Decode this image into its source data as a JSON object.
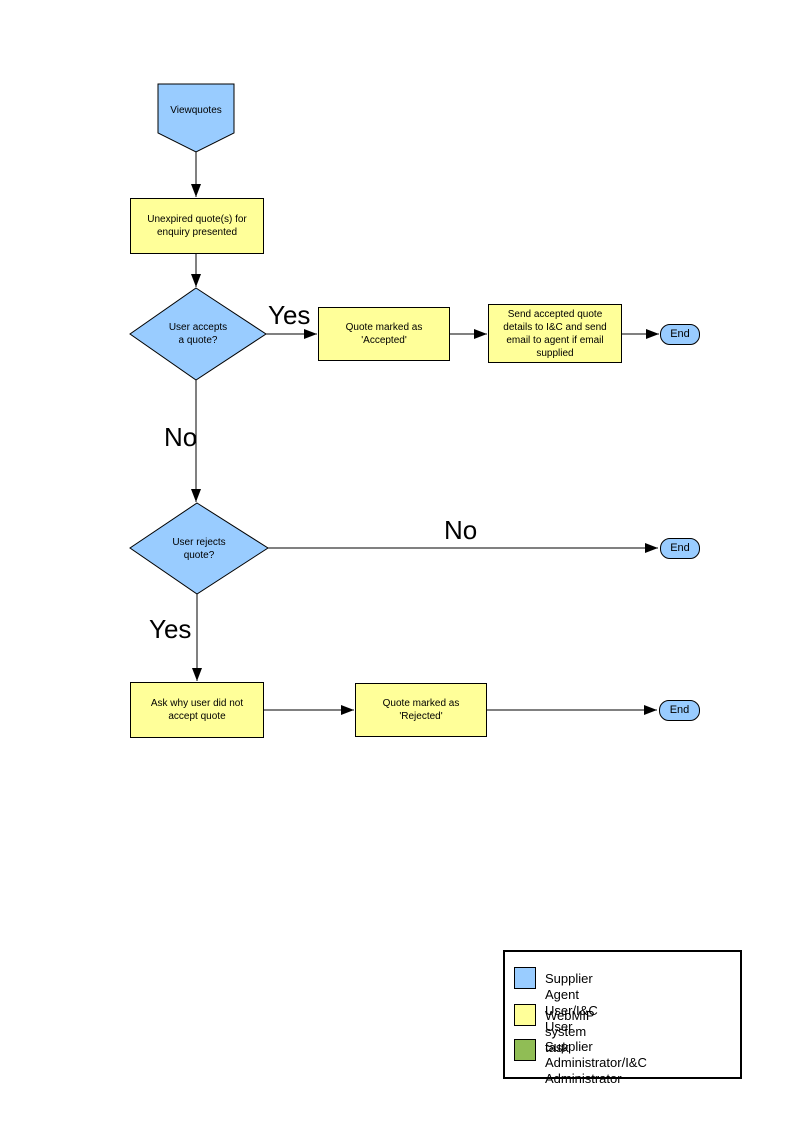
{
  "colors": {
    "user_shape": "#99CCFF",
    "system_task": "#FFFF99",
    "admin_shape": "#90BD55",
    "border": "#000000",
    "background": "#FFFFFF"
  },
  "nodes": {
    "start": {
      "label": "Viewquotes"
    },
    "present_quotes": {
      "label": "Unexpired quote(s) for\nenquiry presented"
    },
    "accept_decision": {
      "label": "User accepts\na quote?"
    },
    "mark_accepted": {
      "label": "Quote marked as\n'Accepted'"
    },
    "send_details": {
      "label": "Send accepted quote\ndetails to I&C and send\nemail to agent if email\nsupplied"
    },
    "end_accepted": {
      "label": "End"
    },
    "reject_decision": {
      "label": "User rejects\nquote?"
    },
    "end_no_reject": {
      "label": "End"
    },
    "ask_why": {
      "label": "Ask why user did not\naccept quote"
    },
    "mark_rejected": {
      "label": "Quote marked as\n'Rejected'"
    },
    "end_rejected": {
      "label": "End"
    }
  },
  "edge_labels": {
    "accept_yes": "Yes",
    "accept_no": "No",
    "reject_no": "No",
    "reject_yes": "Yes"
  },
  "legend": {
    "items": [
      {
        "label": "Supplier Agent User/I&C User",
        "color": "#99CCFF"
      },
      {
        "label": "WebMIP system task",
        "color": "#FFFF99"
      },
      {
        "label": "Supplier Administrator/I&C\nAdministrator",
        "color": "#90BD55"
      }
    ]
  }
}
